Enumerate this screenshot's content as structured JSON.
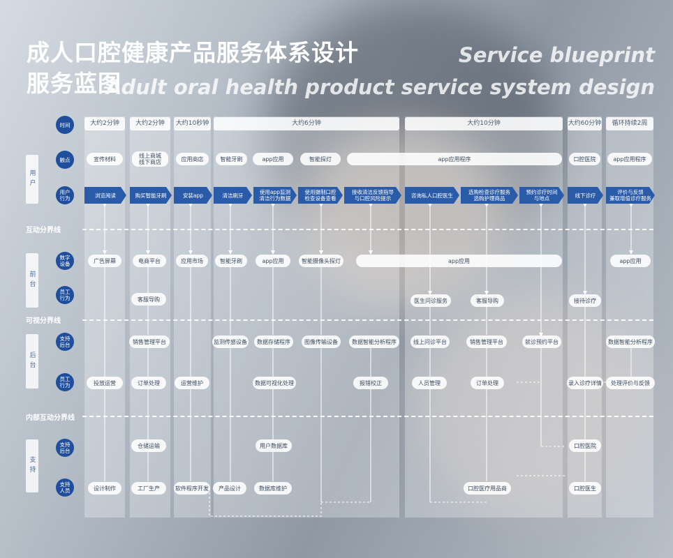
{
  "title_line1": "成人口腔健康产品服务体系设计",
  "title_line2": "服务蓝图",
  "subtitle_en1": "Service blueprint",
  "subtitle_en2": "Adult oral health product service system design",
  "section_tags": {
    "user": "用户",
    "front": "前台",
    "back": "后台",
    "support": "支持"
  },
  "row_labels": {
    "time": "时间",
    "touch": "触点",
    "user_action": "用户\n行为",
    "digital_device": "数字\n设备",
    "staff_front": "员工\n行为",
    "support_back_1": "支持\n后台",
    "staff_back": "员工\n行为",
    "support_back_2": "支持\n后台",
    "support_staff": "支持\n人员"
  },
  "lines": {
    "interaction": "互动分界线",
    "visibility": "可视分界线",
    "internal": "内部互动分界线"
  },
  "time_headers": [
    "大约2分钟",
    "大约2分钟",
    "大约10秒钟",
    "大约6分钟",
    "大约10分钟",
    "大约60分钟",
    "循环持续2周"
  ],
  "touchpoints": [
    "宣传材料",
    "线上商城\n线下商店",
    "应用商店",
    "智能牙刷",
    "app应用",
    "智能探灯",
    "app应用程序",
    "口腔医院",
    "app应用程序"
  ],
  "user_actions": [
    "浏览阅读",
    "购买智能牙刷",
    "安装app",
    "清洁刷牙",
    "使用app监测\n清洁行为数据",
    "使用摄制口腔\n检查设备查看",
    "接收清洁反馈指导\n与口腔风险提示",
    "咨询私人口腔医生",
    "选购检查诊疗服务\n选购护理商品",
    "预约诊疗时间\n与地点",
    "线下诊疗",
    "评价与反馈\n兼取增值诊疗服务"
  ],
  "digital_devices": [
    "广告屏幕",
    "电商平台",
    "应用市场",
    "智能牙刷",
    "app应用",
    "智能摄像头探灯",
    "app应用",
    "app应用"
  ],
  "staff_front": [
    "客服导购",
    "医生问诊服务",
    "客服导购",
    "接待诊疗"
  ],
  "support_back_1": [
    "销售管理平台",
    "监测传感设备",
    "数据存储程序",
    "图像传输设备",
    "数据智能分析程序",
    "线上问诊平台",
    "销售管理平台",
    "就诊预约平台",
    "数据智能分析程序"
  ],
  "staff_back": [
    "投放运营",
    "订单处理",
    "运营维护",
    "数据可视化处理",
    "报错校正",
    "人员管理",
    "订单处理",
    "录入诊疗详情",
    "处理评价与反馈"
  ],
  "support_back_2": [
    "仓储运输",
    "用户数据库",
    "口腔医院"
  ],
  "support_staff": [
    "设计制作",
    "工厂生产",
    "软件程序开发",
    "产品设计",
    "数据库维护",
    "口腔医疗用品商",
    "口腔医生"
  ],
  "colors": {
    "accent": "#1f4e9c",
    "action": "#2a5ba8",
    "title": "#ffffff"
  }
}
